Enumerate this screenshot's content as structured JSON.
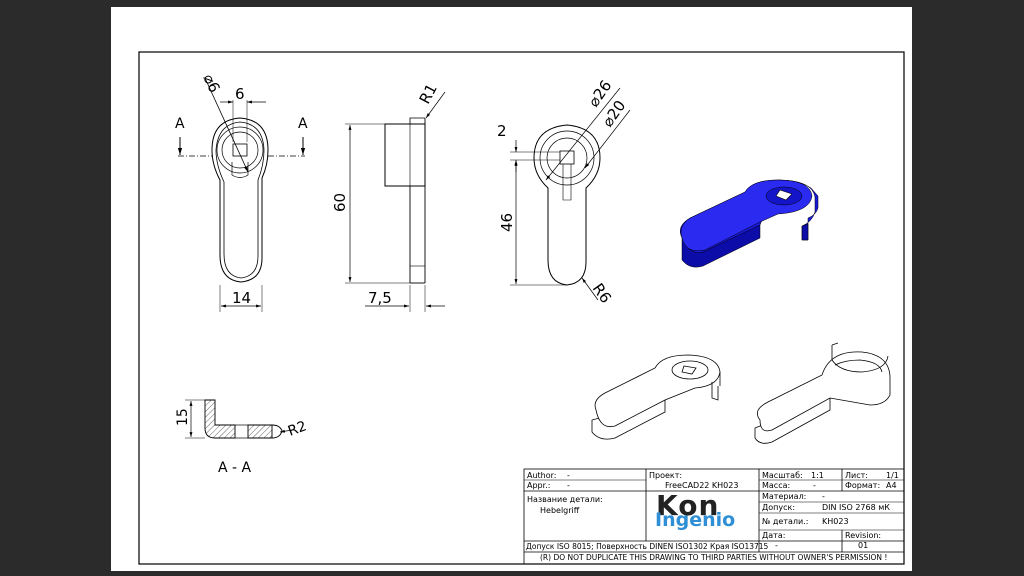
{
  "dimensions": {
    "front_dia": "⌀6",
    "front_width_top": "6",
    "section_mark_left": "A",
    "section_mark_right": "A",
    "front_width": "14",
    "side_radius": "R1",
    "side_height": "60",
    "side_thickness": "7,5",
    "rear_dia_outer": "⌀26",
    "rear_dia_inner": "⌀20",
    "rear_offset": "2",
    "rear_length": "46",
    "rear_radius": "R6",
    "section_height": "15",
    "section_radius": "R2",
    "section_label": "A - A"
  },
  "title_block": {
    "author_label": "Author:",
    "author_value": "-",
    "appr_label": "Appr.:",
    "appr_value": "-",
    "project_label": "Проект:",
    "project_value": "FreeCAD22 KH023",
    "scale_label": "Масштаб:",
    "scale_value": "1:1",
    "sheet_label": "Лист:",
    "sheet_value": "1/1",
    "mass_label": "Масса:",
    "mass_value": "-",
    "format_label": "Формат:",
    "format_value": "A4",
    "part_name_label": "Название детали:",
    "part_name_value": "Hebelgriff",
    "material_label": "Материал:",
    "material_value": "-",
    "tolerance_label": "Допуск:",
    "tolerance_value": "DIN ISO 2768 мК",
    "part_no_label": "№ детали.:",
    "part_no_value": "KH023",
    "date_label": "Дата:",
    "date_value": "-",
    "revision_label": "Revision:",
    "revision_value": "01",
    "general_tolerance": "Допуск ISO 8015; Поверхность DINEN ISO1302 Края ISO13715",
    "copyright": "(R) DO NOT DUPLICATE THIS DRAWING TO THIRD PARTIES WITHOUT OWNER'S PERMISSION !"
  },
  "logo": {
    "line1": "Kon",
    "line2": "Ingenio"
  },
  "colors": {
    "background": "#2b2b2b",
    "sheet": "#ffffff",
    "iso_fill": "#1a1adc",
    "logo_blue": "#2e8fd6"
  }
}
